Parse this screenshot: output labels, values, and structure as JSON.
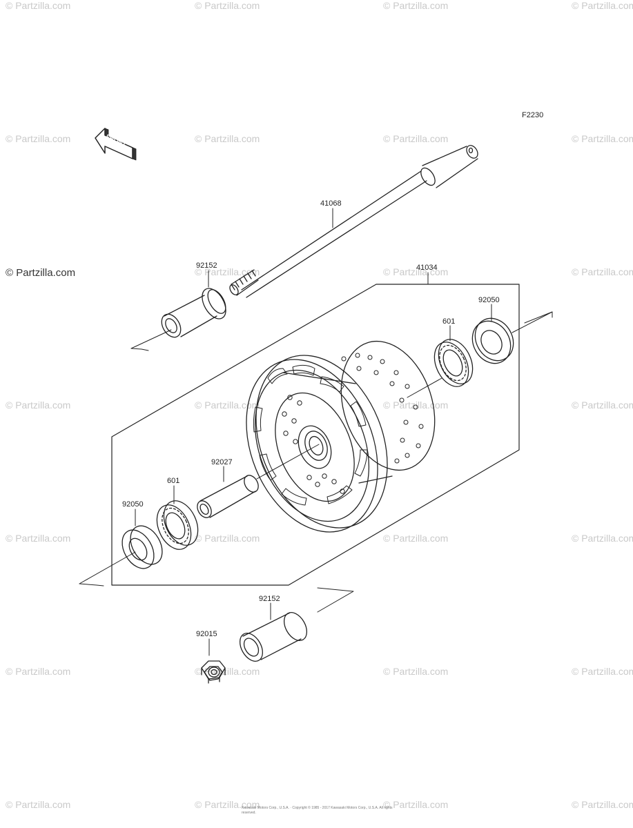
{
  "diagram_code": "F2230",
  "front_label": "FRONT",
  "watermark": "© Partzilla.com",
  "copyright": "Kawasaki Motors Corp., U.S.A. · Copyright © 1985 - 2017 Kawasaki Motors Corp., U.S.A. All rights reserved.",
  "parts": {
    "axle": "41068",
    "collar_top": "92152",
    "wheel_assembly": "41034",
    "oil_seal_right": "92050",
    "bearing_right": "601",
    "collar_mid": "92027",
    "bearing_left": "601",
    "oil_seal_left": "92050",
    "collar_bottom": "92152",
    "nut": "92015"
  }
}
